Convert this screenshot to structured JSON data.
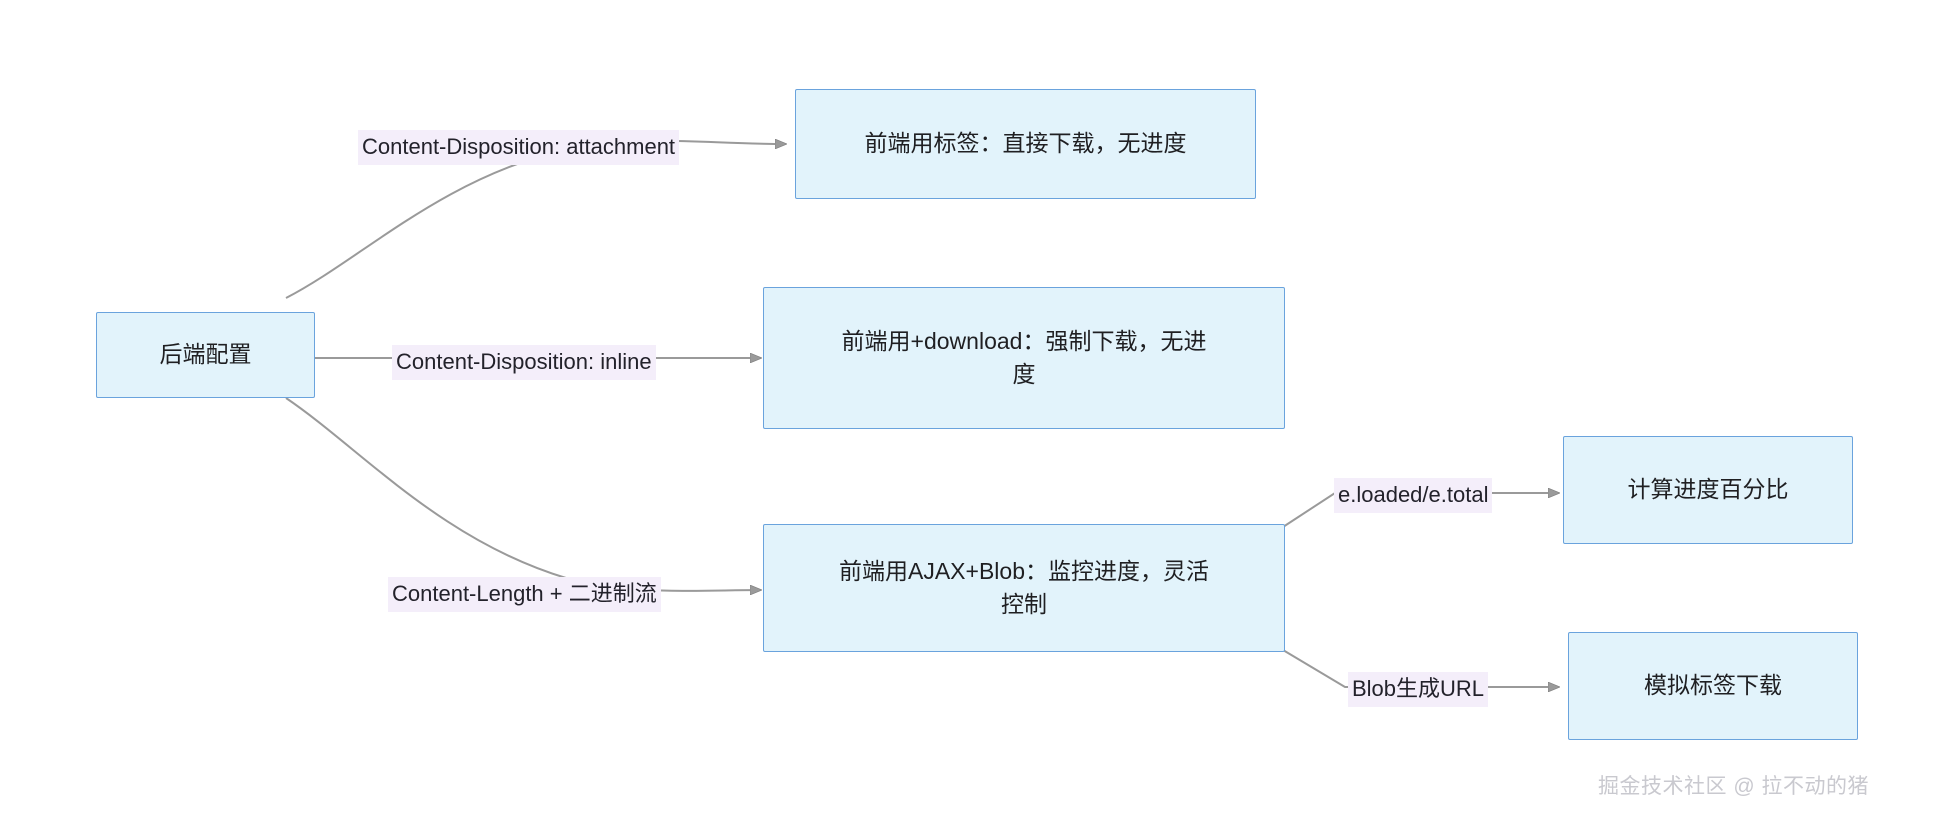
{
  "diagram": {
    "type": "flowchart",
    "direction": "left-to-right",
    "background_color": "#ffffff",
    "node_fill": "#e2f3fb",
    "node_border": "#6aa3dd",
    "edge_color": "#9a9a9a",
    "edge_label_background": "#f4eefa",
    "text_color": "#1f1f22",
    "nodes": [
      {
        "id": "root",
        "label": "后端配置"
      },
      {
        "id": "tag",
        "label": "前端用标签：直接下载，无进度"
      },
      {
        "id": "dl",
        "label": "前端用+download：强制下载，无进\n度"
      },
      {
        "id": "ajax",
        "label": "前端用AJAX+Blob：监控进度，灵活\n控制"
      },
      {
        "id": "percent",
        "label": "计算进度百分比"
      },
      {
        "id": "simtag",
        "label": "模拟标签下载"
      }
    ],
    "edges": [
      {
        "from": "root",
        "to": "tag",
        "label": "Content-Disposition: attachment"
      },
      {
        "from": "root",
        "to": "dl",
        "label": "Content-Disposition: inline"
      },
      {
        "from": "root",
        "to": "ajax",
        "label": "Content-Length + 二进制流"
      },
      {
        "from": "ajax",
        "to": "percent",
        "label": "e.loaded/e.total"
      },
      {
        "from": "ajax",
        "to": "simtag",
        "label": "Blob生成URL"
      }
    ]
  },
  "watermark": {
    "text": "掘金技术社区 @ 拉不动的猪"
  }
}
